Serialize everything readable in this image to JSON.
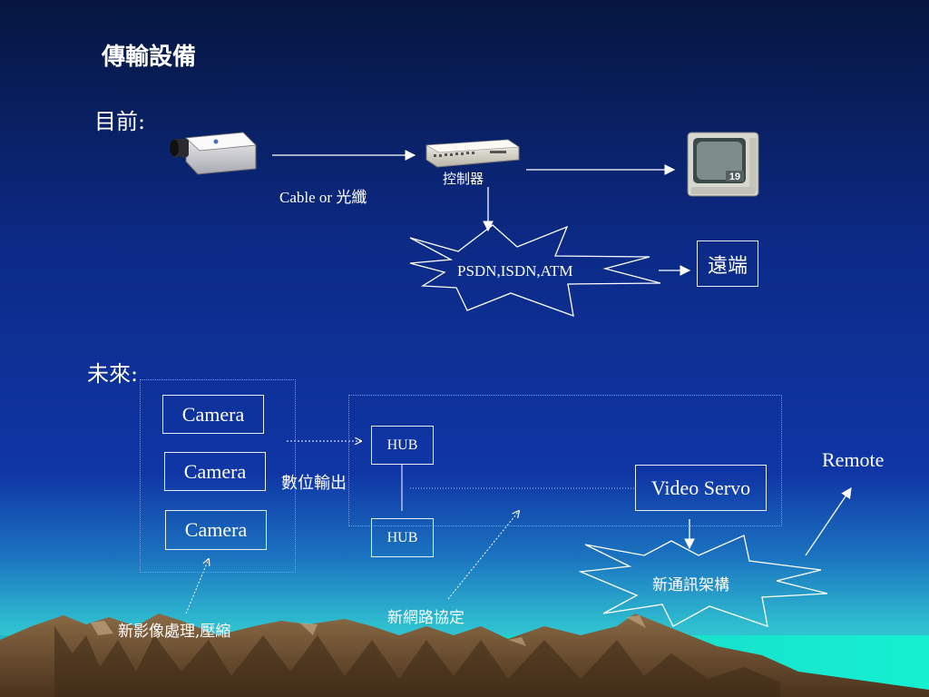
{
  "slide": {
    "title": "傳輸設備",
    "current_heading": "目前:",
    "future_heading": "未來:"
  },
  "current": {
    "cable_label": "Cable or 光纖",
    "controller_label": "控制器",
    "network_label": "PSDN,ISDN,ATM",
    "remote_label": "遠端",
    "monitor_number": "19"
  },
  "future": {
    "cameras": [
      "Camera",
      "Camera",
      "Camera"
    ],
    "digital_output_label": "數位輸出",
    "hub_top": "HUB",
    "hub_bottom": "HUB",
    "video_servo": "Video Servo",
    "new_architecture": "新通訊架構",
    "remote_label": "Remote",
    "image_processing_label": "新影像處理,壓縮",
    "network_protocol_label": "新網路協定"
  },
  "colors": {
    "sky_top": "#0a1c55",
    "sky_mid": "#0f2f95",
    "sea": "#2fd6c9",
    "mountain": "#6b4a2b"
  }
}
